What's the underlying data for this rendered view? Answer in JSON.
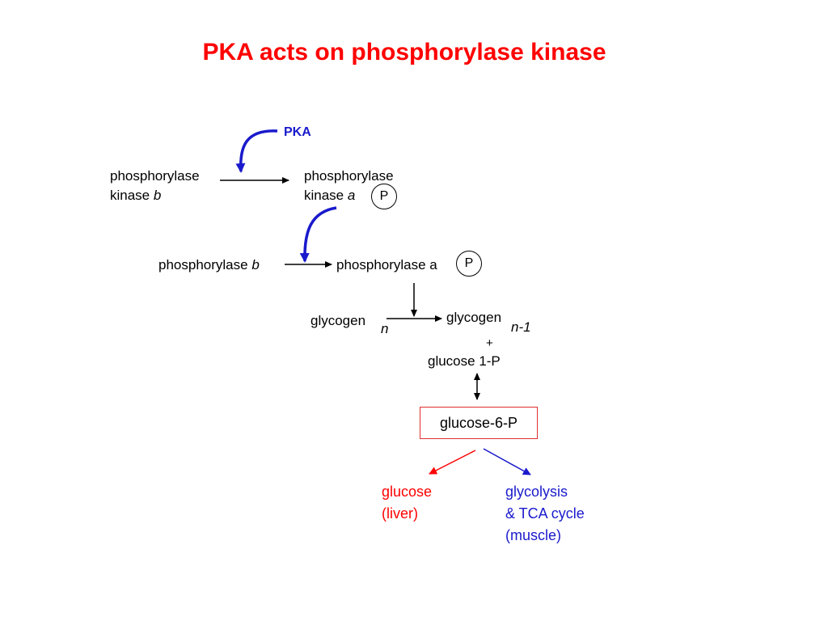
{
  "title": "PKA acts on phosphorylase kinase",
  "pka_label": "PKA",
  "step1": {
    "left_line1": "phosphorylase",
    "left_line2_prefix": "kinase ",
    "left_line2_italic": "b",
    "right_line1": "phosphorylase",
    "right_line2_prefix": "kinase ",
    "right_line2_italic": "a",
    "phospho": "P"
  },
  "step2": {
    "left_prefix": "phosphorylase ",
    "left_italic": "b",
    "right": "phosphorylase a",
    "phospho": "P"
  },
  "step3": {
    "left": "glycogen",
    "left_sub": "n",
    "right": "glycogen",
    "right_sub": "n-1",
    "plus": "+",
    "product": "glucose 1-P"
  },
  "g6p_box": "glucose-6-P",
  "outcomes": {
    "liver_line1": "glucose",
    "liver_line2": "(liver)",
    "muscle_line1": "glycolysis",
    "muscle_line2": "& TCA cycle",
    "muscle_line3": "(muscle)"
  },
  "colors": {
    "title": "#ff0000",
    "pka": "#1a1acc",
    "liver": "#ff0000",
    "muscle": "#1a1acc",
    "box_border": "#e03030"
  }
}
